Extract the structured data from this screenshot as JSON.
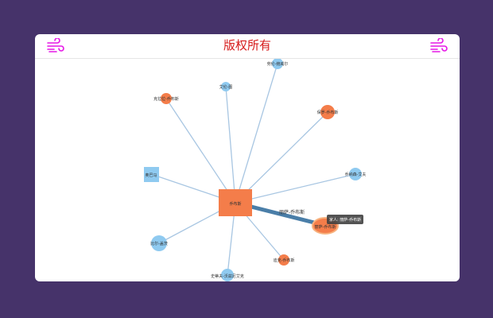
{
  "header": {
    "title": "版权所有",
    "left_icon": "wind-icon",
    "right_icon": "wind-icon",
    "icon_color": "#e616e6"
  },
  "colors": {
    "background": "#46336a",
    "node_blue": "#8fcaf0",
    "node_orange": "#f47d4a",
    "link": "#a8c6e2",
    "link_highlight": "#4a7ea8"
  },
  "graph": {
    "center": {
      "label": "乔布斯"
    },
    "nodes": [
      {
        "id": "n1",
        "label": "丽萨-乔布斯"
      },
      {
        "id": "n2",
        "label": "保罗-乔布斯"
      },
      {
        "id": "n3",
        "label": "克拉拉-乔布斯"
      },
      {
        "id": "n4",
        "label": "劳伦-鲍威尔"
      },
      {
        "id": "n5",
        "label": "史蒂夫-沃兹尼艾克"
      },
      {
        "id": "n6",
        "label": "奥巴马"
      },
      {
        "id": "n7",
        "label": "比尔-盖茨"
      },
      {
        "id": "n8",
        "label": "乔纳森-艾夫"
      },
      {
        "id": "n9",
        "label": "迪克-乔布斯"
      },
      {
        "id": "n10",
        "label": "艾伦-图"
      }
    ],
    "highlight_link_label": "丽萨-乔布斯",
    "tooltip": "家人: 丽萨-乔布斯"
  }
}
